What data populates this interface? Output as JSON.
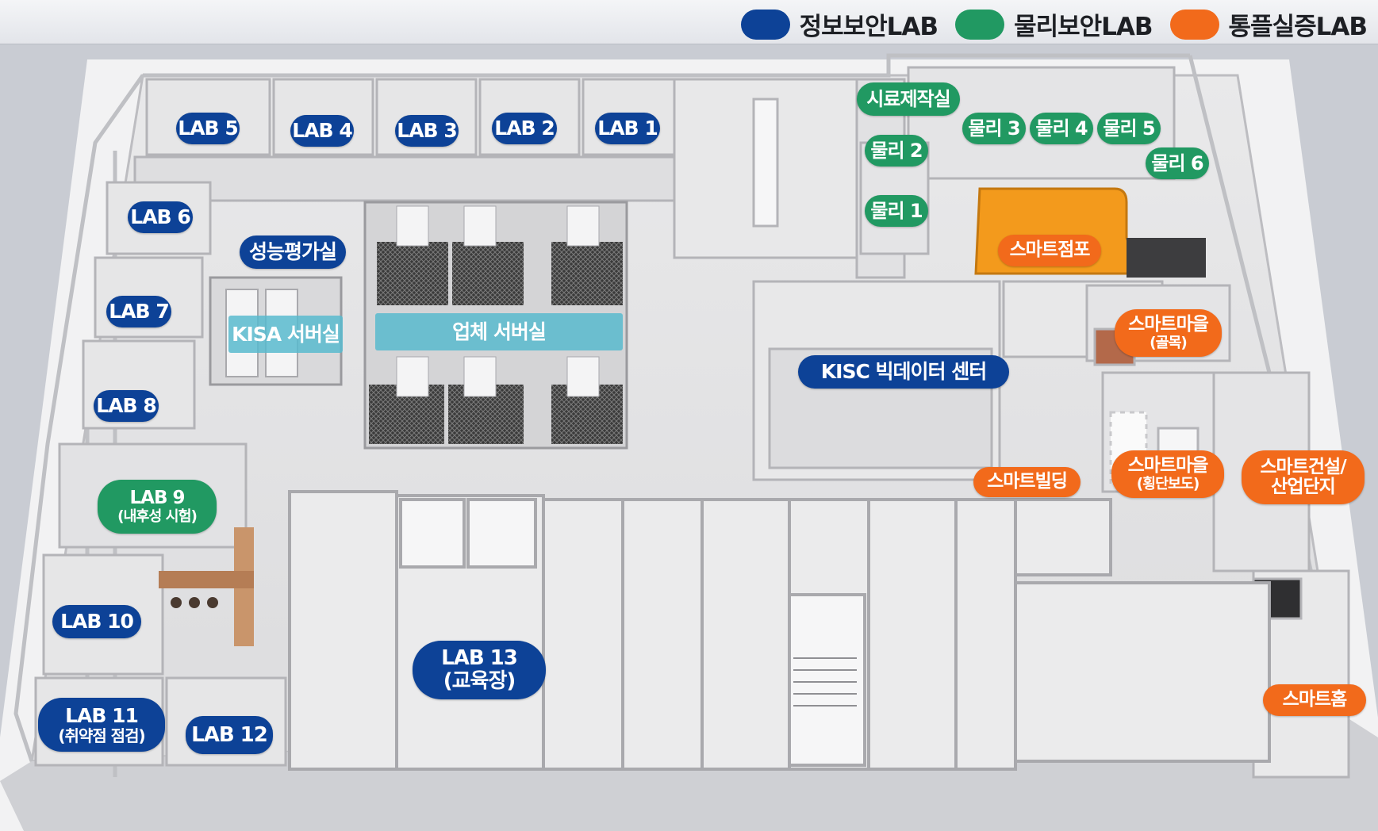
{
  "legend": [
    {
      "label": "정보보안LAB",
      "color": "#0d4297"
    },
    {
      "label": "물리보안LAB",
      "color": "#219962"
    },
    {
      "label": "통플실증LAB",
      "color": "#f26a1b"
    }
  ],
  "colors": {
    "security": "#0d4297",
    "physical": "#219962",
    "testbed": "#f26a1b",
    "server": "#58bace"
  },
  "labels": {
    "lab5": "LAB 5",
    "lab4": "LAB 4",
    "lab3": "LAB 3",
    "lab2": "LAB 2",
    "lab1": "LAB 1",
    "lab6": "LAB 6",
    "lab7": "LAB 7",
    "lab8": "LAB 8",
    "lab9": "LAB 9",
    "lab9_sub": "(내후성 시험)",
    "lab10": "LAB 10",
    "lab11": "LAB 11",
    "lab11_sub": "(취약점 점검)",
    "lab12": "LAB 12",
    "lab13": "LAB 13",
    "lab13_sub": "(교육장)",
    "perf_room": "성능평가실",
    "kisa_server": "KISA 서버실",
    "vendor_server": "업체 서버실",
    "kisc": "KISC 빅데이터 센터",
    "sample_room": "시료제작실",
    "phys1": "물리 1",
    "phys2": "물리 2",
    "phys3": "물리 3",
    "phys4": "물리 4",
    "phys5": "물리 5",
    "phys6": "물리 6",
    "smart_store": "스마트점포",
    "smart_village_alley": "스마트마을",
    "smart_village_alley_sub": "(골목)",
    "smart_building": "스마트빌딩",
    "smart_village_crosswalk": "스마트마을",
    "smart_village_crosswalk_sub": "(횡단보도)",
    "smart_construction": "스마트건설/",
    "smart_construction_sub": "산업단지",
    "smart_home": "스마트홈"
  }
}
